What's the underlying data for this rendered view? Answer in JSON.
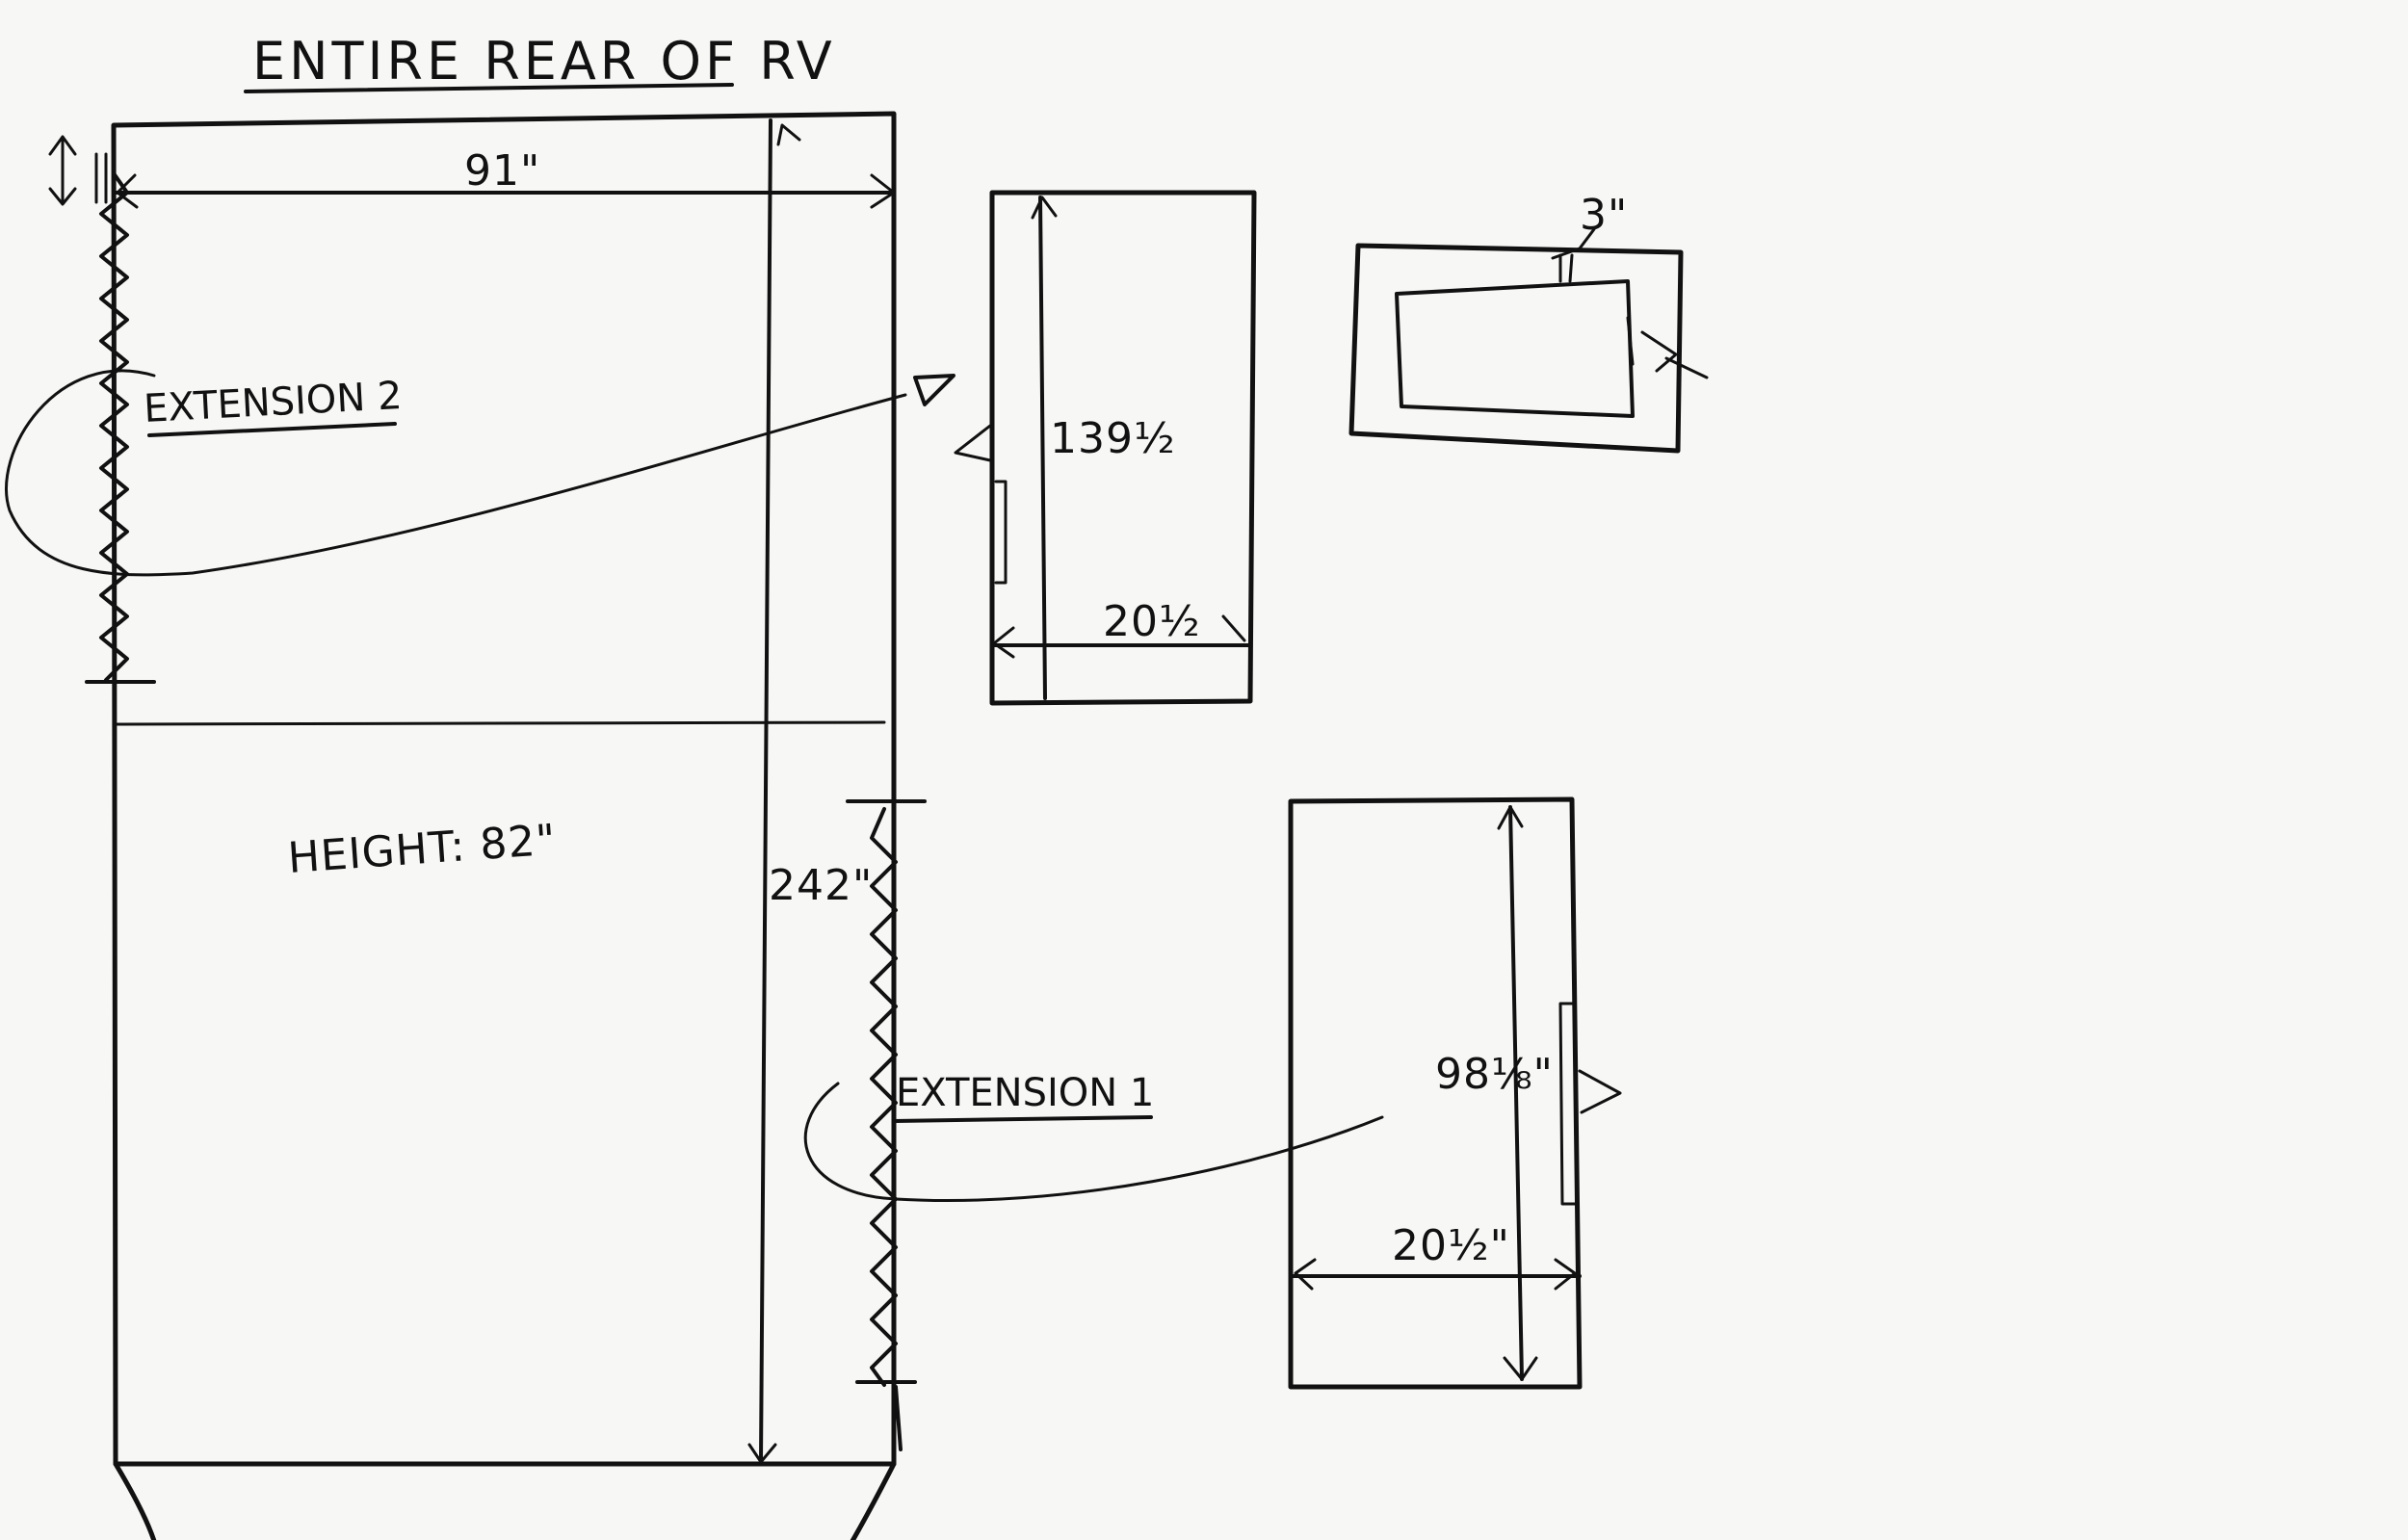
{
  "title": "ENTIRE REAR OF RV",
  "main_diagram": {
    "width_label": "91\"",
    "height_label": "HEIGHT: 82\"",
    "length_label": "242\""
  },
  "extension_2": {
    "label": "EXTENSION 2",
    "length_label": "139½",
    "width_label": "20½"
  },
  "extension_1": {
    "label": "EXTENSION 1",
    "length_label": "98⅛\"",
    "width_label": "20½\""
  },
  "detail_frame": {
    "label": "3\""
  }
}
